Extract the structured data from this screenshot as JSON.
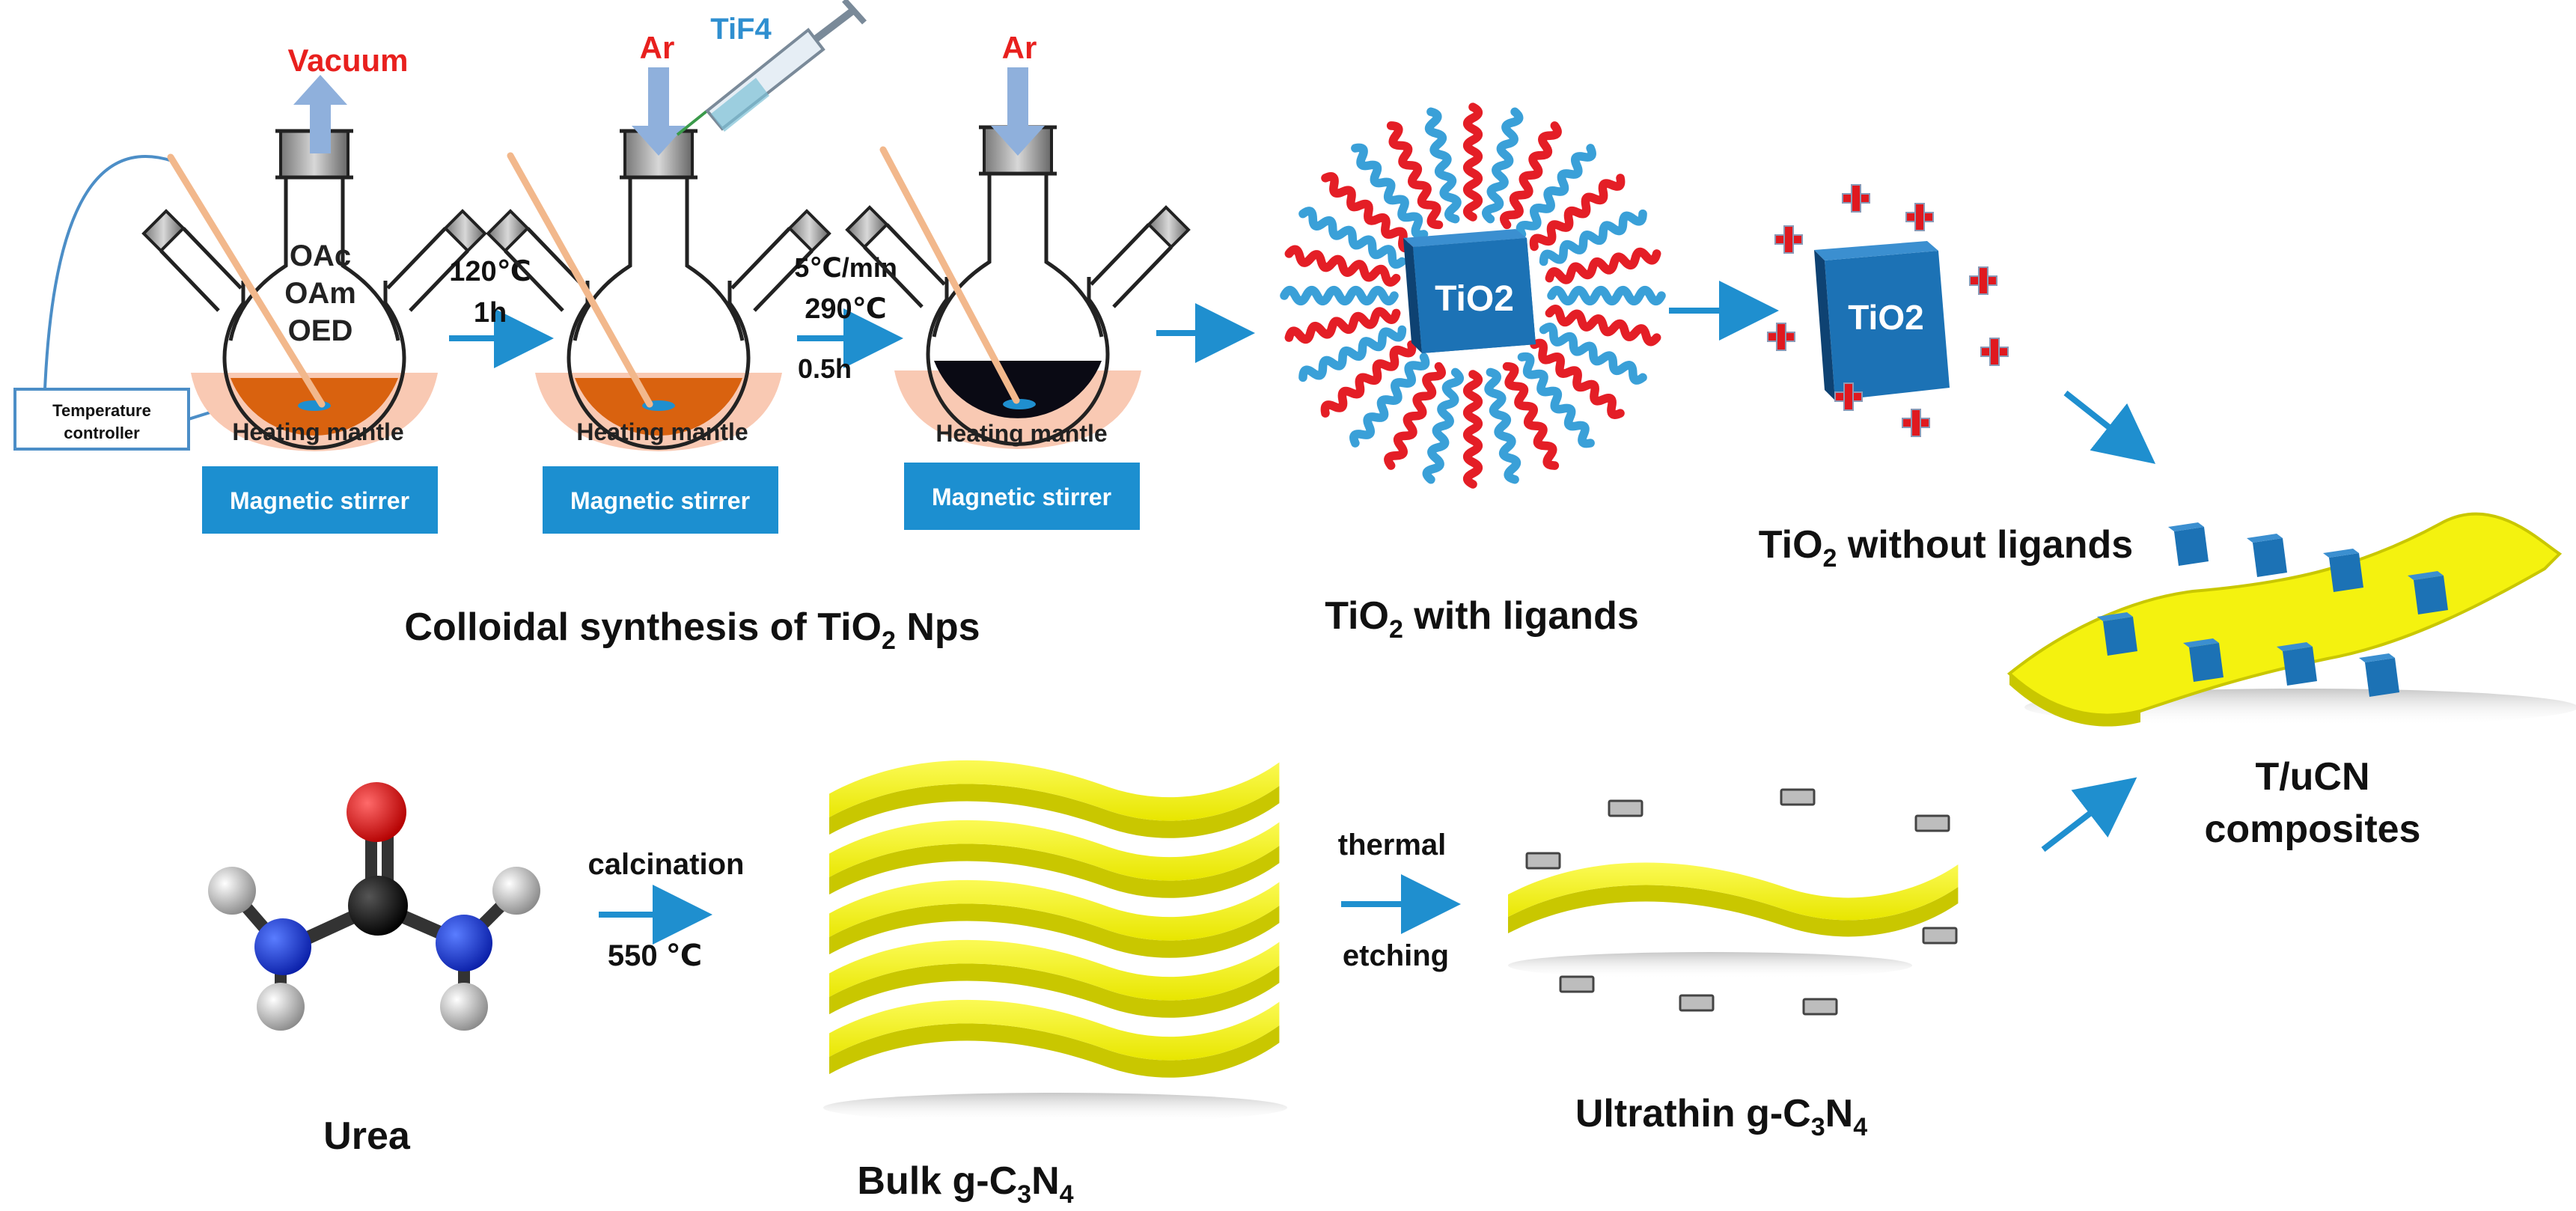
{
  "top_section": {
    "gas_labels": {
      "vacuum": "Vacuum",
      "ar_1": "Ar",
      "ar_2": "Ar"
    },
    "syringe_label": "TiF4",
    "flask_1_solvents": [
      "OAc",
      "OAm",
      "OED"
    ],
    "step_1": {
      "temperature": "120℃",
      "time": "1h"
    },
    "step_2": {
      "rate": "5℃/min",
      "temperature": "290℃",
      "time": "0.5h"
    },
    "heating_mantle": "Heating mantle",
    "magnetic_stirrer": "Magnetic stirrer",
    "temperature_controller": [
      "Temperature",
      "controller"
    ],
    "section_caption": {
      "pre": "Colloidal synthesis of TiO",
      "sub": "2",
      "post": " Nps"
    },
    "tio2_particle": "TiO2",
    "with_ligands": {
      "pre": "TiO",
      "sub": "2",
      "post": " with ligands"
    },
    "without_ligands": {
      "pre": "TiO",
      "sub": "2",
      "post": " without ligands"
    }
  },
  "bottom_section": {
    "urea": "Urea",
    "calcination": {
      "line1": "calcination",
      "line2": "550 ℃"
    },
    "bulk": {
      "pre": "Bulk g-C",
      "sub1": "3",
      "mid": "N",
      "sub2": "4"
    },
    "thermal_etching": {
      "line1": "thermal",
      "line2": "etching"
    },
    "ultrathin": {
      "pre": "Ultrathin g-C",
      "sub1": "3",
      "mid": "N",
      "sub2": "4"
    }
  },
  "composite": {
    "line1": "T/uCN",
    "line2": "composites"
  },
  "colors": {
    "arrow_blue": "#1f8fcf",
    "gas_arrow": "#8fb0dc",
    "red_label": "#e8201e",
    "mantle": "#f9c9b3",
    "stirrer": "#1c8fd0",
    "orange_solution": "#d9620f",
    "black_solution": "#0a0a14",
    "tio2_blue": "#1c72b5",
    "ligand_red": "#e41e26",
    "ligand_blue": "#3aa0d8",
    "sheet_yellow": "#f4f20f",
    "plus_red": "#e0191f"
  }
}
